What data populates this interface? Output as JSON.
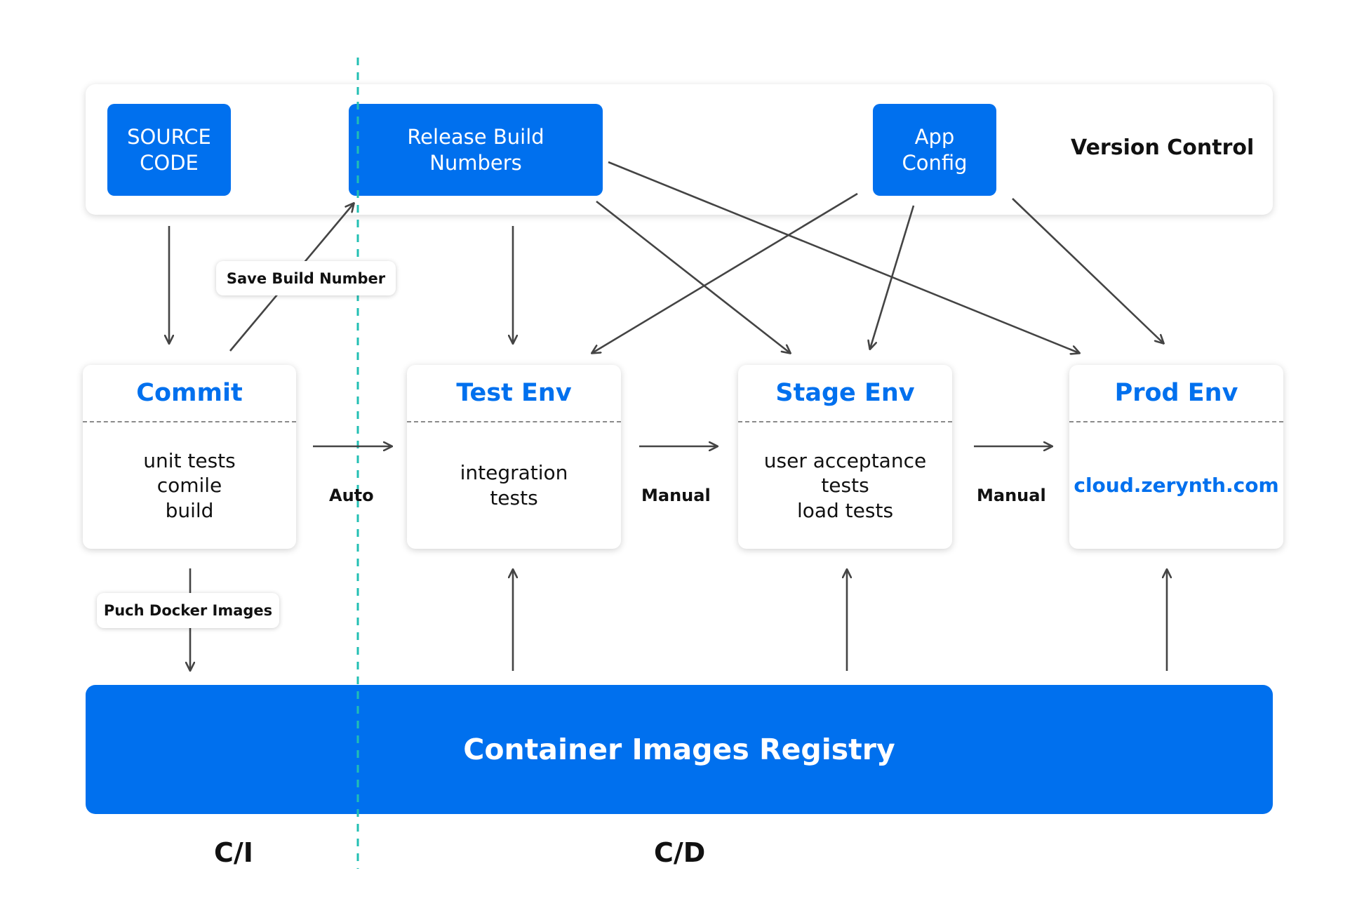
{
  "version_control": {
    "source_code": "SOURCE\nCODE",
    "release_build_numbers": "Release Build\nNumbers",
    "app_config": "App\nConfig",
    "label": "Version Control"
  },
  "stages": {
    "commit": {
      "title": "Commit",
      "body": "unit tests\ncomile\nbuild"
    },
    "test": {
      "title": "Test Env",
      "body": "integration\ntests"
    },
    "stage": {
      "title": "Stage Env",
      "body": "user acceptance\ntests\nload tests"
    },
    "prod": {
      "title": "Prod Env",
      "body": "cloud.zerynth.com"
    }
  },
  "labels": {
    "save_build_number": "Save Build Number",
    "push_docker_images": "Puch Docker Images",
    "auto": "Auto",
    "manual_1": "Manual",
    "manual_2": "Manual"
  },
  "registry": {
    "label": "Container Images Registry"
  },
  "phases": {
    "ci": "C/I",
    "cd": "C/D"
  },
  "colors": {
    "accent": "#0070EE",
    "arrow": "#444444",
    "divider": "#22BFB3"
  }
}
